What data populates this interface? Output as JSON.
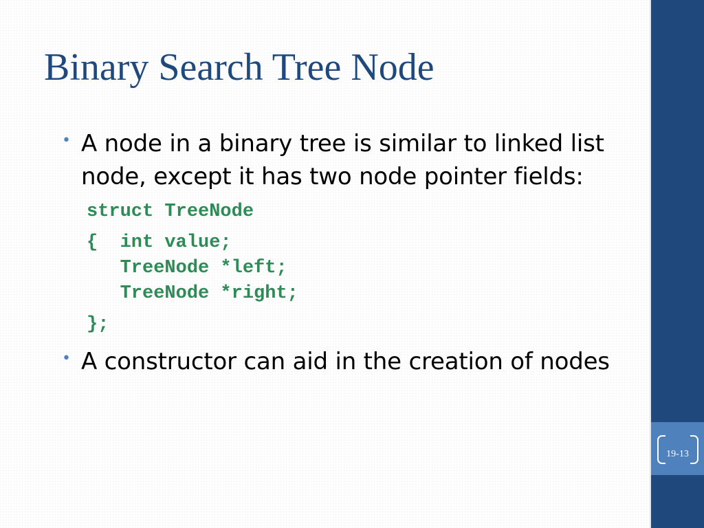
{
  "slide": {
    "title": "Binary Search Tree Node",
    "bullets": [
      "A node in a binary tree is similar to linked list node, except it has two node pointer fields:",
      "A constructor can aid in the creation of nodes"
    ],
    "code": {
      "line1": "struct TreeNode",
      "line2": "{  int value;",
      "line3": "   TreeNode *left;",
      "line4": "   TreeNode *right;",
      "line5": "};"
    },
    "page_number": "19-13"
  },
  "colors": {
    "title": "#1f497d",
    "sidebar": "#1f497d",
    "page_box": "#4f81bd",
    "bullet": "#4f81bd",
    "code": "#2e8b57"
  }
}
